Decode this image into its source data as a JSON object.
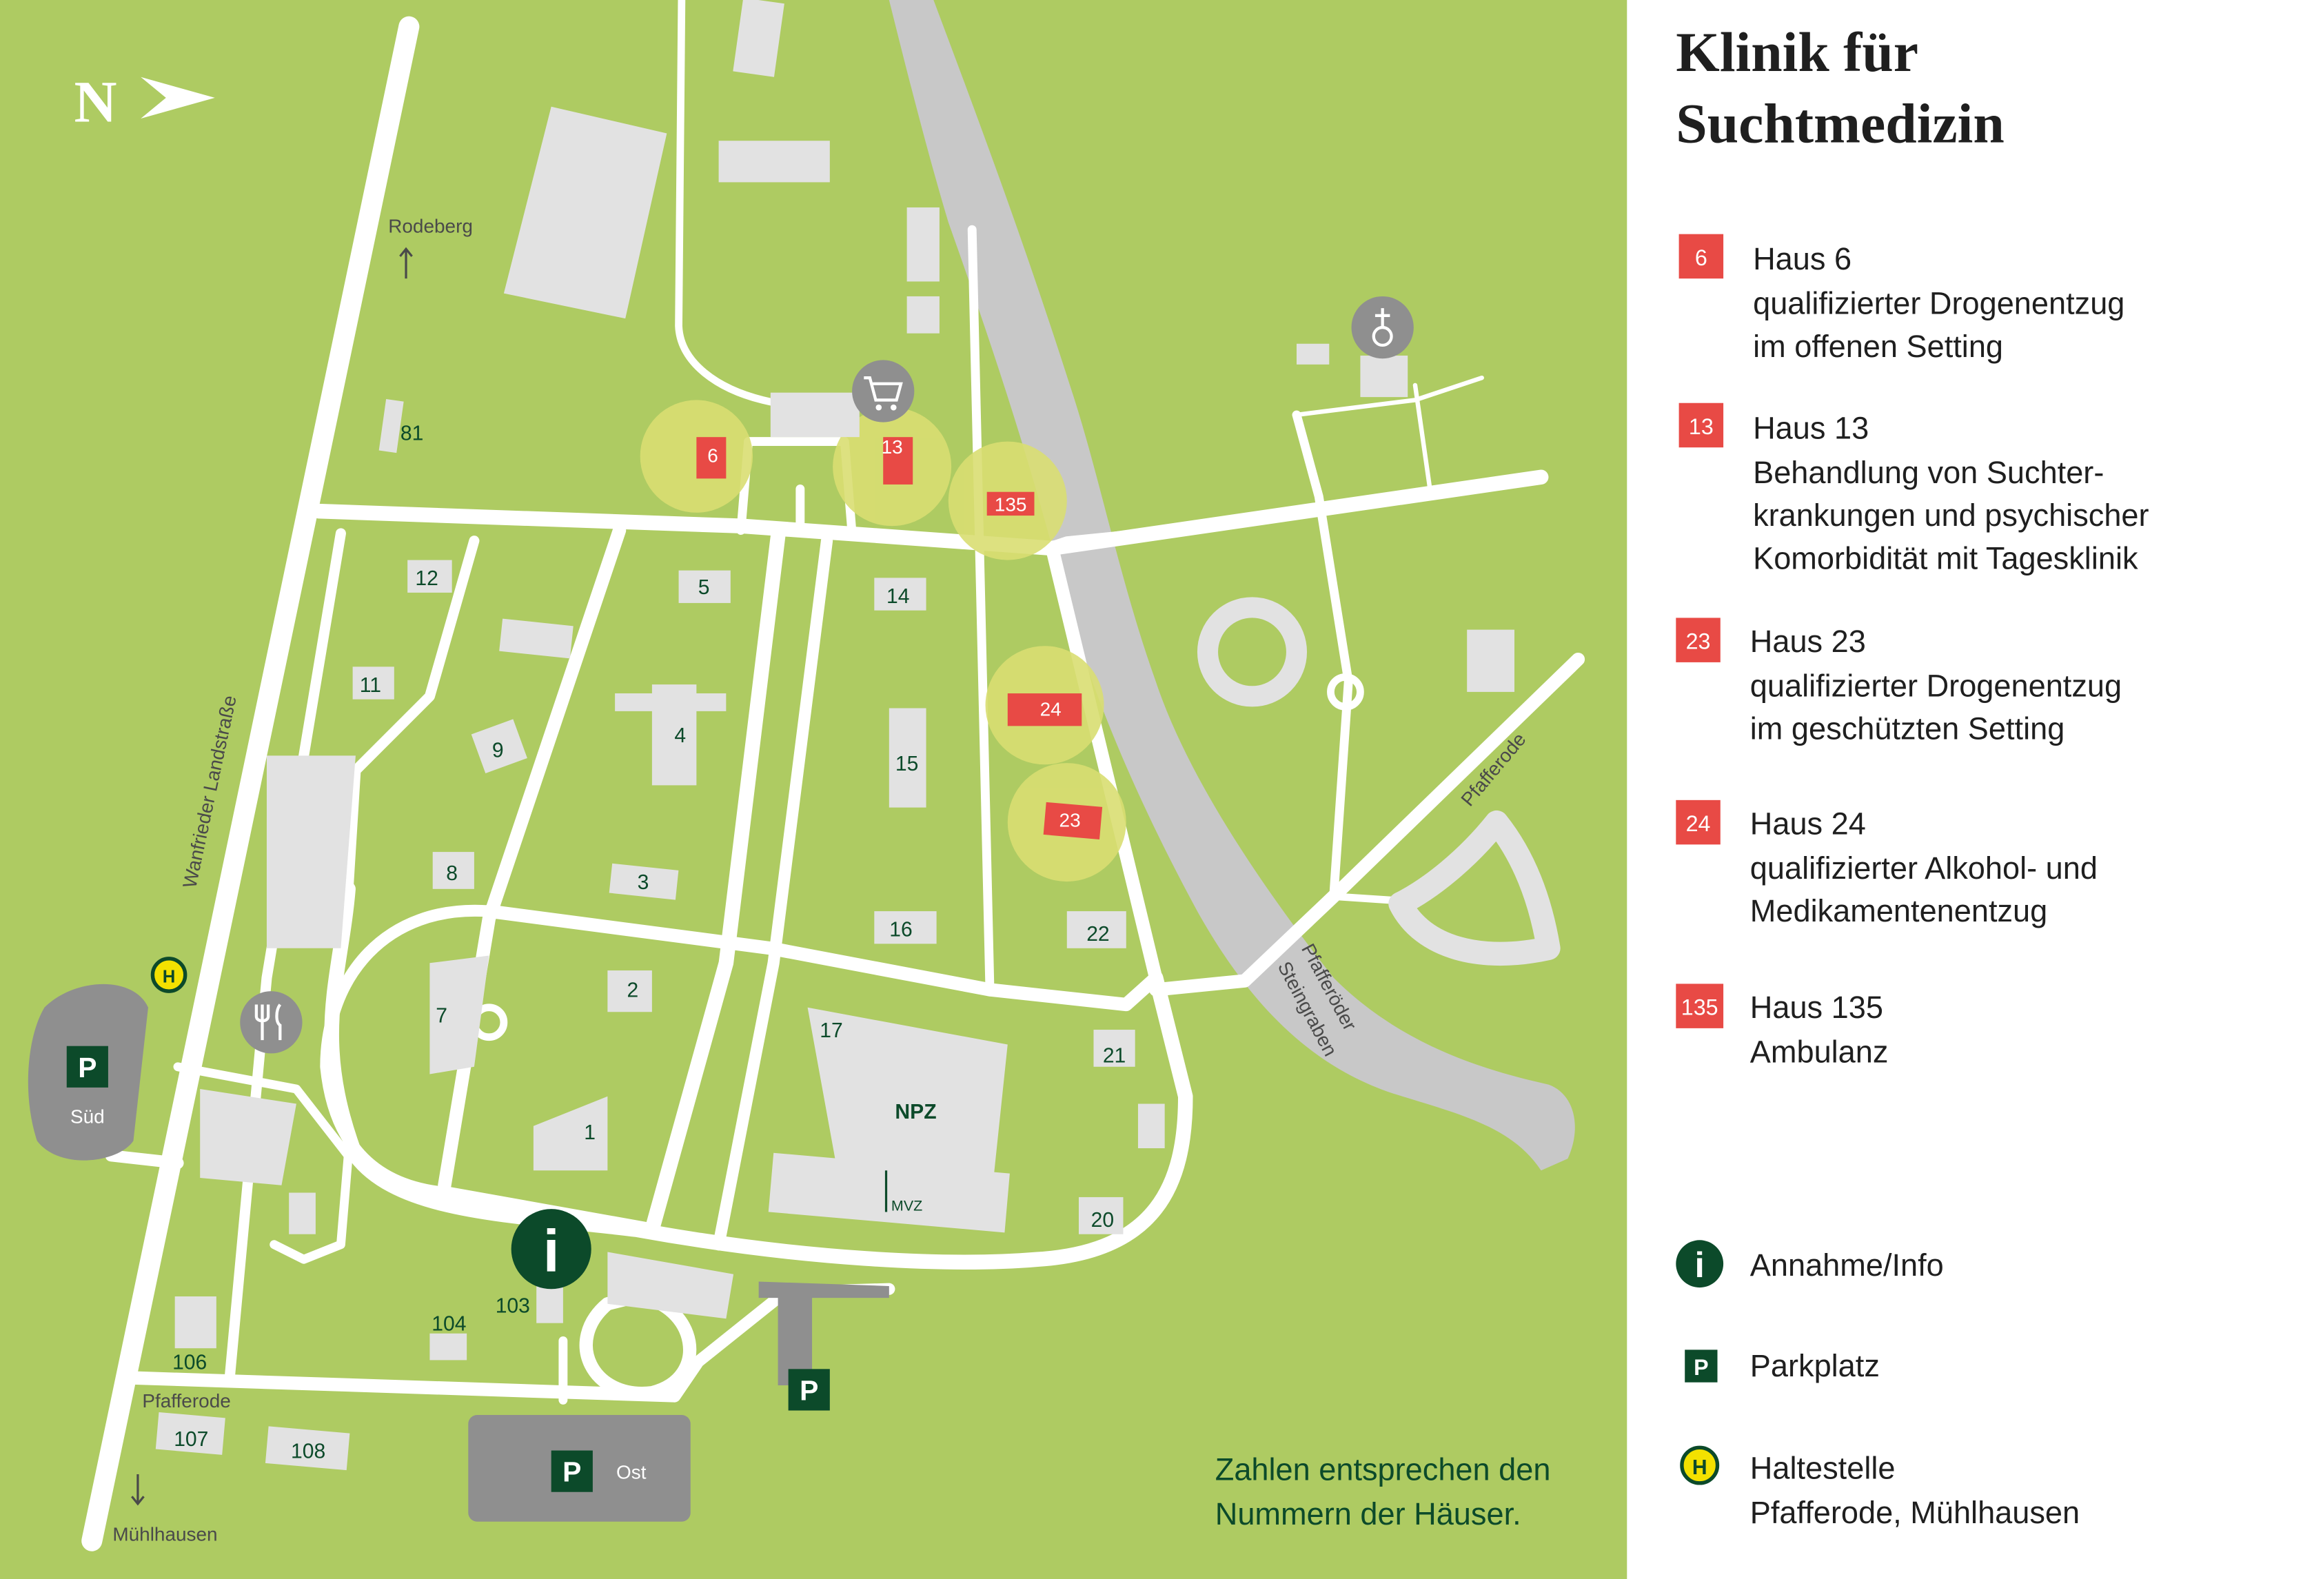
{
  "title": {
    "line1": "Klinik für",
    "line2": "Suchtmedizin"
  },
  "colors": {
    "grass": "#aecb62",
    "road": "#ffffff",
    "building": "#e2e2e2",
    "highlight_building": "#e84a45",
    "highlight_halo": "#d9de72",
    "river": "#c8c8c8",
    "parking": "#8f8f8f",
    "dark_green": "#0c4a2a",
    "bus_yellow": "#f3e100"
  },
  "compass": {
    "label": "N"
  },
  "legend": {
    "houses": [
      {
        "badge": "6",
        "lines": [
          "Haus 6",
          "qualifizierter Drogenentzug",
          "im offenen Setting"
        ]
      },
      {
        "badge": "13",
        "lines": [
          "Haus 13",
          "Behandlung von Suchter-",
          "krankungen und psychischer",
          "Komorbidität mit Tagesklinik"
        ]
      },
      {
        "badge": "23",
        "lines": [
          "Haus 23",
          "qualifizierter Drogenentzug",
          "im geschützten Setting"
        ]
      },
      {
        "badge": "24",
        "lines": [
          "Haus 24",
          "qualifizierter Alkohol- und",
          "Medikamentenentzug"
        ]
      },
      {
        "badge": "135",
        "lines": [
          "Haus 135",
          "Ambulanz"
        ]
      }
    ],
    "symbols": [
      {
        "icon": "info-icon",
        "glyph": "i",
        "lines": [
          "Annahme/Info"
        ]
      },
      {
        "icon": "parking-icon",
        "glyph": "P",
        "lines": [
          "Parkplatz"
        ]
      },
      {
        "icon": "bus-stop-icon",
        "glyph": "H",
        "lines": [
          "Haltestelle",
          "Pfafferode, Mühlhausen"
        ]
      }
    ]
  },
  "map": {
    "note": [
      "Zahlen entsprechen den",
      "Nummern der Häuser."
    ],
    "place_labels": {
      "rodeberg": "Rodeberg",
      "wanfrieder": "Wanfrieder Landstraße",
      "pfafferode_road": "Pfafferode",
      "pfafferode_left": "Pfafferode",
      "muehlhausen": "Mühlhausen",
      "steingraben_1": "Pfafferöder",
      "steingraben_2": "Steingraben",
      "npz": "NPZ",
      "mvz": "MVZ"
    },
    "parking": {
      "sued": {
        "glyph": "P",
        "label": "Süd"
      },
      "ost": {
        "glyph": "P",
        "label": "Ost"
      },
      "mid": {
        "glyph": "P"
      }
    },
    "info_glyph": "i",
    "bus_glyph": "H",
    "house_numbers": {
      "h1": "1",
      "h2": "2",
      "h3": "3",
      "h4": "4",
      "h5": "5",
      "h6": "6",
      "h7": "7",
      "h8": "8",
      "h9": "9",
      "h11": "11",
      "h12": "12",
      "h13": "13",
      "h14": "14",
      "h15": "15",
      "h16": "16",
      "h17": "17",
      "h20": "20",
      "h21": "21",
      "h22": "22",
      "h23": "23",
      "h24": "24",
      "h81": "81",
      "h103": "103",
      "h104": "104",
      "h106": "106",
      "h107": "107",
      "h108": "108",
      "h135": "135"
    }
  }
}
